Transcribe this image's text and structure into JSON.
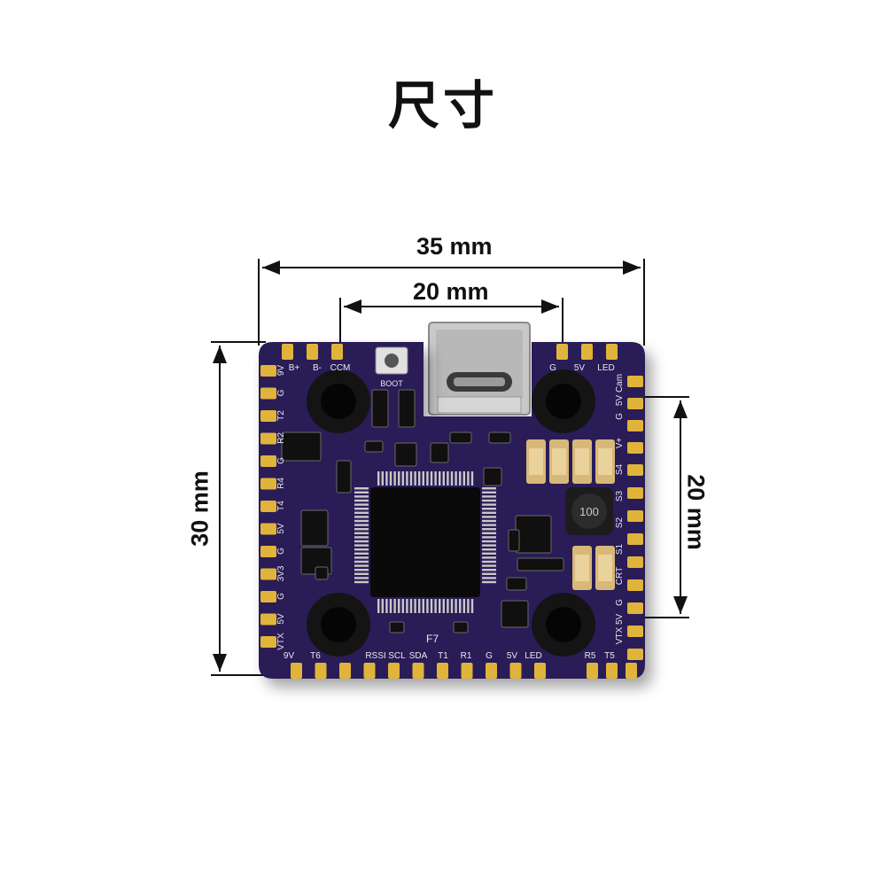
{
  "title": "尺寸",
  "dimensions": {
    "width_outer": "35 mm",
    "width_inner": "20 mm",
    "height_outer": "30 mm",
    "height_inner": "20 mm"
  },
  "board": {
    "colors": {
      "pcb": "#2b1f57",
      "pad": "#e0b43a",
      "silk": "#e8e8f0"
    },
    "chip_label": "F7",
    "inductor_label": "100",
    "boot_label": "BOOT",
    "left_pins": [
      "9V",
      "G",
      "T2",
      "R2",
      "G",
      "R4",
      "T4",
      "5V",
      "G",
      "3V3",
      "G",
      "5V",
      "VTX"
    ],
    "right_pins": [
      "5V Cam",
      "G",
      "V+",
      "S4",
      "S3",
      "S2",
      "S1",
      "CRT",
      "G",
      "VTX 5V"
    ],
    "top_left_pins": [
      "B+",
      "B-",
      "CCM"
    ],
    "top_right_pins": [
      "G",
      "5V",
      "LED"
    ],
    "bottom_pins": [
      "9V",
      "T6",
      "RSSI",
      "SCL",
      "SDA",
      "T1",
      "R1",
      "G",
      "5V",
      "LED",
      "R5",
      "T5"
    ]
  }
}
